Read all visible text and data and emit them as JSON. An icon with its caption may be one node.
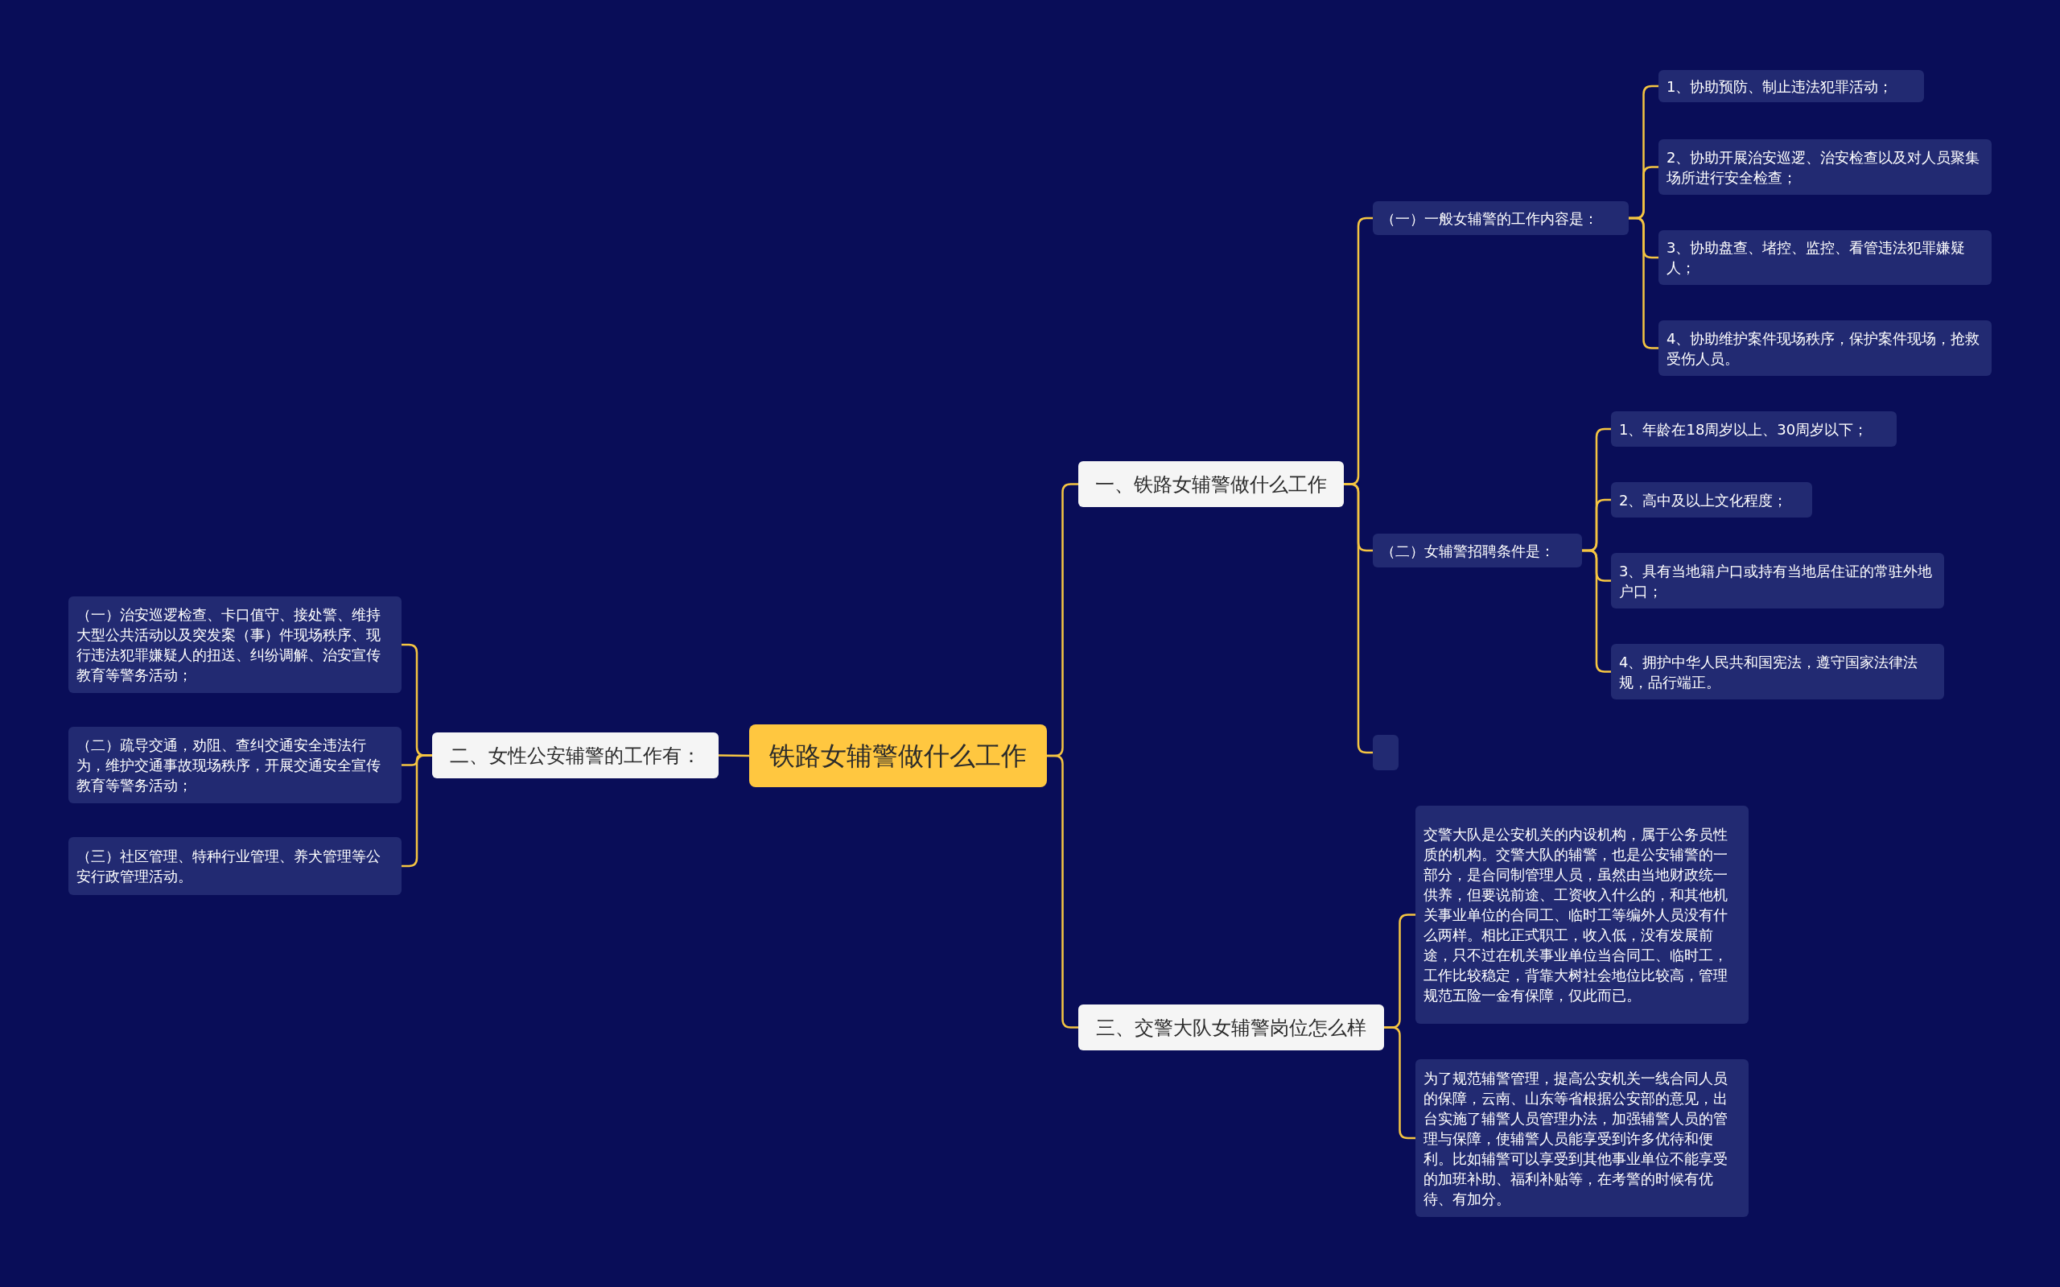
{
  "diagram": {
    "nodes": [
      {
        "text": [
          "铁路女辅警做什么工作"
        ]
      },
      {
        "text": [
          "一、铁路女辅警做什么工作"
        ]
      },
      {
        "text": [
          "（一）一般女辅警的工作内容是："
        ]
      },
      {
        "text": [
          "1、协助预防、制止违法犯罪活动；"
        ]
      },
      {
        "text": [
          "2、协助开展治安巡逻、治安检查以及对人员聚集场所进行安全检查；"
        ]
      },
      {
        "text": [
          "3、协助盘查、堵控、监控、看管违法犯罪嫌疑人；"
        ]
      },
      {
        "text": [
          "4、协助维护案件现场秩序，保护案件现场，抢救受伤人员。"
        ]
      },
      {
        "text": [
          "（二）女辅警招聘条件是："
        ]
      },
      {
        "text": [
          "1、年龄在18周岁以上、30周岁以下；"
        ]
      },
      {
        "text": [
          "2、高中及以上文化程度；"
        ]
      },
      {
        "text": [
          "3、具有当地籍户口或持有当地居住证的常驻外地户口；"
        ]
      },
      {
        "text": [
          "4、拥护中华人民共和国宪法，遵守国家法律法规，品行端正。"
        ]
      },
      {
        "text": [],
        "shape": "box"
      },
      {
        "text": [
          "三、交警大队女辅警岗位怎么样"
        ]
      },
      {
        "text": [
          "交警大队是公安机关的内设机构，属于公务员性质的机构。交警大队的辅警，也是公安辅警的一部分，是合同制管理人员，虽然由当地财政统一供养，但要说前途、工资收入什么的，和其他机关事业单位的合同工、临时工等编外人员没有什么两样。相比正式职工，收入低，没有发展前途，只不过在机关事业单位当合同工、临时工，工作比较稳定，背靠大树社会地位比较高，管理规范五险一金有保障，仅此而已。"
        ]
      },
      {
        "text": [
          "为了规范辅警管理，提高公安机关一线合同人员的保障，云南、山东等省根据公安部的意见，出台实施了辅警人员管理办法，加强辅警人员的管理与保障，使辅警人员能享受到许多优待和便利。比如辅警可以享受到其他事业单位不能享受的加班补助、福利补贴等，在考警的时候有优待、有加分。"
        ]
      },
      {
        "text": [
          "二、女性公安辅警的工作有："
        ]
      },
      {
        "text": [
          "（一）治安巡逻检查、卡口值守、接处警、维持大型公共活动以及突发案（事）件现场秩序、现行违法犯罪嫌疑人的扭送、纠纷调解、治安宣传教育等警务活动；"
        ]
      },
      {
        "text": [
          "（二）疏导交通，劝阻、查纠交通安全违法行为，维护交通事故现场秩序，开展交通安全宣传教育等警务活动；"
        ]
      },
      {
        "text": [
          "（三）社区管理、特种行业管理、养犬管理等公安行政管理活动。"
        ]
      }
    ],
    "edges": [
      {
        "from": 0,
        "to": 1,
        "arrow": "none"
      },
      {
        "from": 1,
        "to": 2,
        "arrow": "none"
      },
      {
        "from": 2,
        "to": 3,
        "arrow": "none"
      },
      {
        "from": 2,
        "to": 4,
        "arrow": "none"
      },
      {
        "from": 2,
        "to": 5,
        "arrow": "none"
      },
      {
        "from": 2,
        "to": 6,
        "arrow": "none"
      },
      {
        "from": 1,
        "to": 7,
        "arrow": "none"
      },
      {
        "from": 7,
        "to": 8,
        "arrow": "none"
      },
      {
        "from": 7,
        "to": 9,
        "arrow": "none"
      },
      {
        "from": 7,
        "to": 10,
        "arrow": "none"
      },
      {
        "from": 7,
        "to": 11,
        "arrow": "none"
      },
      {
        "from": 1,
        "to": 12,
        "arrow": "none"
      },
      {
        "from": 0,
        "to": 13,
        "arrow": "none"
      },
      {
        "from": 13,
        "to": 14,
        "arrow": "none"
      },
      {
        "from": 13,
        "to": 15,
        "arrow": "none"
      },
      {
        "from": 0,
        "to": 16,
        "arrow": "none"
      },
      {
        "from": 16,
        "to": 17,
        "arrow": "none"
      },
      {
        "from": 16,
        "to": 18,
        "arrow": "none"
      },
      {
        "from": 16,
        "to": 19,
        "arrow": "none"
      }
    ]
  }
}
